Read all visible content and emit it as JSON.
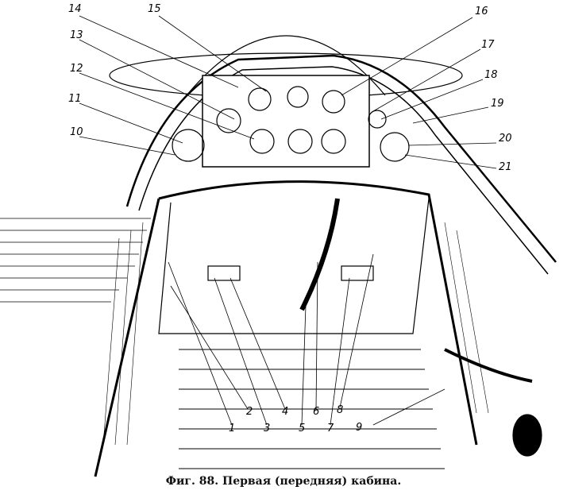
{
  "figure": {
    "caption": "Фиг. 88. Первая (передняя) кабина.",
    "callouts": [
      "1",
      "2",
      "3",
      "4",
      "5",
      "6",
      "7",
      "8",
      "9",
      "10",
      "11",
      "12",
      "13",
      "14",
      "15",
      "16",
      "17",
      "18",
      "19",
      "20",
      "21"
    ]
  }
}
